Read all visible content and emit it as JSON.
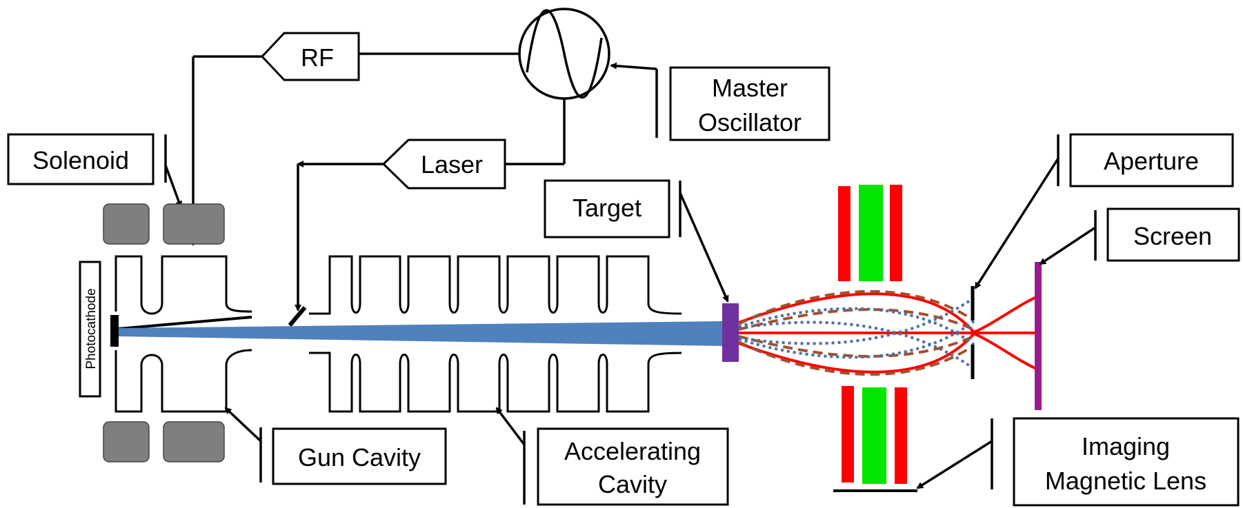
{
  "labels": {
    "rf": "RF",
    "master_oscillator_line1": "Master",
    "master_oscillator_line2": "Oscillator",
    "solenoid": "Solenoid",
    "laser": "Laser",
    "target": "Target",
    "aperture": "Aperture",
    "screen": "Screen",
    "photocathode": "Photocathode",
    "gun_cavity": "Gun Cavity",
    "accelerating_cavity_line1": "Accelerating",
    "accelerating_cavity_line2": "Cavity",
    "imaging_lens_line1": "Imaging",
    "imaging_lens_line2": "Magnetic Lens"
  },
  "colors": {
    "electron_beam": "#4f81bd",
    "target": "#7030a0",
    "screen": "#9b1b8f",
    "solenoid_coil": "#7f7f7f",
    "lens_outer": "#ff0000",
    "lens_inner": "#00e600",
    "ray_solid": "#ff0000",
    "ray_dashed": "#a0522d",
    "ray_dotted": "#4a6fa5"
  }
}
